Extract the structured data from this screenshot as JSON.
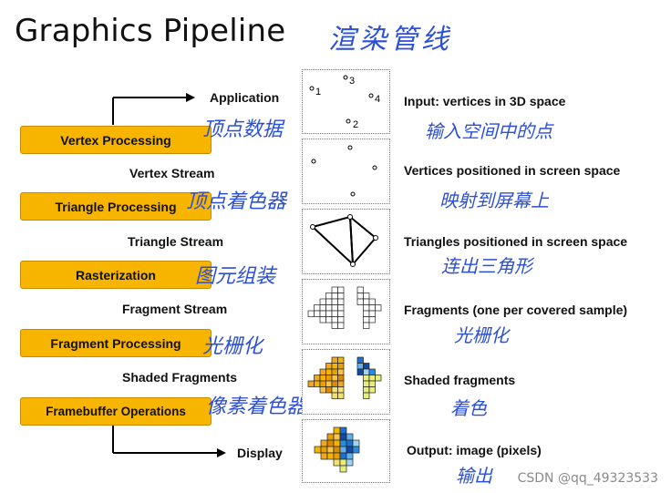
{
  "title": "Graphics Pipeline",
  "title_handwritten": "渲染管线",
  "left_flow": {
    "top_label": "Application",
    "bottom_label": "Display",
    "stages": [
      {
        "label": "Vertex Processing",
        "note": "顶点数据"
      },
      {
        "label": "Triangle Processing",
        "note": "顶点着色器"
      },
      {
        "label": "Rasterization",
        "note": "图元组装"
      },
      {
        "label": "Fragment Processing",
        "note": "光栅化"
      },
      {
        "label": "Framebuffer Operations",
        "note": "像素着色器."
      }
    ],
    "streams": [
      "Vertex Stream",
      "Triangle Stream",
      "Fragment Stream",
      "Shaded Fragments"
    ]
  },
  "right_column": [
    {
      "text": "Input: vertices in 3D space",
      "note": "输入空间中的点"
    },
    {
      "text": "Vertices positioned in screen space",
      "note": "映射到屏幕上"
    },
    {
      "text": "Triangles positioned in screen space",
      "note": "连出三角形"
    },
    {
      "text": "Fragments (one per covered sample)",
      "note": "光栅化"
    },
    {
      "text": "Shaded fragments",
      "note": "着色"
    },
    {
      "text": "Output: image (pixels)",
      "note": "输出"
    }
  ],
  "vertex_labels": [
    "1",
    "3",
    "4",
    "2"
  ],
  "colors": {
    "stage_fill": "#f7b500",
    "stage_border": "#c88a00",
    "annotation": "#2b4fd6"
  },
  "watermark": "CSDN @qq_49323533"
}
